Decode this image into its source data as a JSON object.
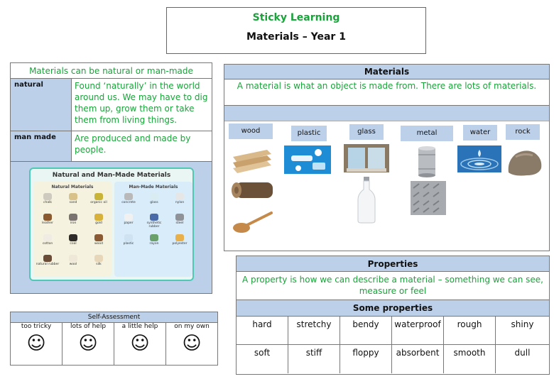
{
  "title": {
    "line1": "Sticky Learning",
    "line2": "Materials – Year 1"
  },
  "natural_manmade": {
    "header": "Materials can be natural or man-made",
    "rows": [
      {
        "term": "natural",
        "definition": "Found ‘naturally’ in the world around us. We may have to dig them up, grow them or take them from living things."
      },
      {
        "term": "man made",
        "definition": "Are produced and made by people."
      }
    ],
    "poster": {
      "title": "Natural and Man-Made Materials",
      "natural_heading": "Natural Materials",
      "manmade_heading": "Man-Made Materials",
      "natural_items": [
        "chalk",
        "sand",
        "organic oil",
        "leather",
        "iron",
        "gold",
        "cotton",
        "coal",
        "wood",
        "natural rubber",
        "wool",
        "silk"
      ],
      "manmade_items": [
        "concrete",
        "glass",
        "nylon",
        "paper",
        "synthetic rubber",
        "steel",
        "plastic",
        "rayon",
        "polyester"
      ]
    }
  },
  "self_assessment": {
    "header": "Self-Assessment",
    "options": [
      "too tricky",
      "lots of help",
      "a little help",
      "on my own"
    ],
    "smiley": "☺"
  },
  "materials": {
    "header": "Materials",
    "description": "A material is what an object is made from. There are lots of materials.",
    "labels": [
      "wood",
      "plastic",
      "glass",
      "metal",
      "water",
      "rock"
    ]
  },
  "properties": {
    "header": "Properties",
    "description": "A property is how we can describe a material – something we can see, measure or feel",
    "subheader": "Some properties",
    "row1": [
      "hard",
      "stretchy",
      "bendy",
      "waterproof",
      "rough",
      "shiny"
    ],
    "row2": [
      "soft",
      "stiff",
      "floppy",
      "absorbent",
      "smooth",
      "dull"
    ]
  }
}
